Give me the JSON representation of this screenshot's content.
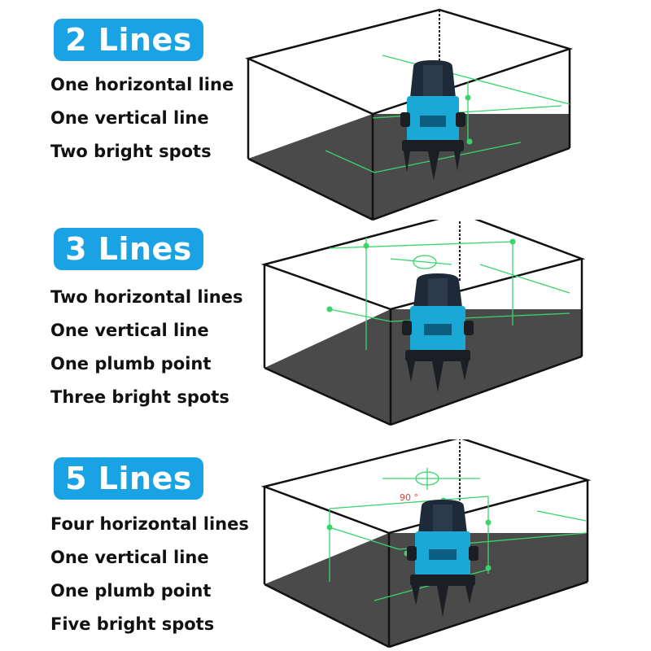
{
  "panels": [
    {
      "title": "2 Lines",
      "features": [
        "One horizontal line",
        "One vertical line",
        "Two bright spots"
      ]
    },
    {
      "title": "3 Lines",
      "features": [
        "Two horizontal lines",
        "One vertical line",
        "One plumb point",
        "Three bright spots"
      ]
    },
    {
      "title": "5 Lines",
      "features": [
        "Four horizontal lines",
        "One vertical line",
        "One plumb point",
        "Five bright spots"
      ],
      "angle_label": "90 °"
    }
  ],
  "colors": {
    "badge": "#1aa3e4",
    "laser": "#39d46a",
    "device_body": "#1aa9d6",
    "floor": "#4a4a4a"
  }
}
